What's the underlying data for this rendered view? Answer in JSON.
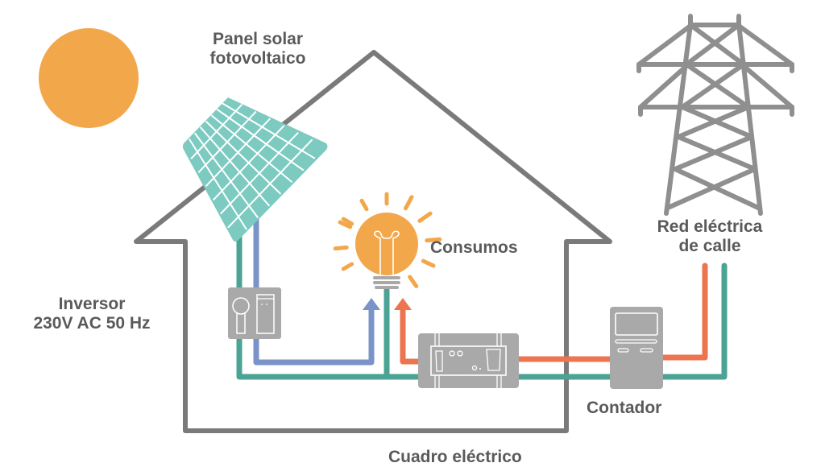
{
  "title": "Instalación solar fotovoltaica de autoconsumo conectada a red",
  "colors": {
    "sun": "#f2a74b",
    "house_outline": "#7a7a7a",
    "panel": "#7ccac0",
    "ground_wire": "#4aa394",
    "solar_wire": "#7a93c9",
    "grid_wire": "#ec7550",
    "device": "#a9a9a9",
    "tower": "#8f8f8f",
    "text": "#5a5a5a"
  },
  "labels": {
    "panel": [
      "Panel solar",
      "fotovoltaico"
    ],
    "inverter": [
      "Inversor",
      "230V AC 50 Hz"
    ],
    "consumption": "Consumos",
    "grid": [
      "Red eléctrica",
      "de calle"
    ],
    "meter": "Contador",
    "breaker_box": "Cuadro eléctrico"
  },
  "components": [
    {
      "id": "sun",
      "icon": "sun-icon"
    },
    {
      "id": "solar-panel",
      "icon": "solar-panel-icon"
    },
    {
      "id": "inverter",
      "icon": "inverter-icon"
    },
    {
      "id": "light-bulb",
      "icon": "light-bulb-icon"
    },
    {
      "id": "breaker-box",
      "icon": "breaker-box-icon"
    },
    {
      "id": "meter",
      "icon": "electric-meter-icon"
    },
    {
      "id": "power-tower",
      "icon": "power-tower-icon"
    }
  ],
  "flows": [
    {
      "from": "solar-panel",
      "to": "light-bulb",
      "via": "inverter",
      "color_key": "solar_wire",
      "arrow": true
    },
    {
      "from": "power-tower",
      "to": "light-bulb",
      "via": "meter, breaker-box",
      "color_key": "grid_wire",
      "arrow": true
    },
    {
      "from": "power-tower",
      "to": "solar-panel",
      "via": "meter, breaker-box, light-bulb",
      "color_key": "ground_wire",
      "arrow": false
    }
  ]
}
